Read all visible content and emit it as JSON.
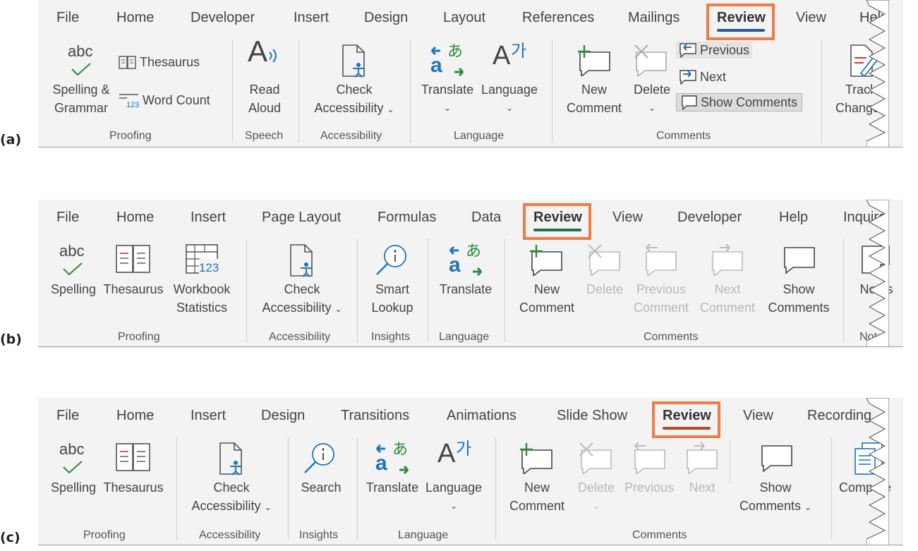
{
  "panels": [
    {
      "label": "(a)",
      "tabs": [
        "File",
        "Home",
        "Developer",
        "Insert",
        "Design",
        "Layout",
        "References",
        "Mailings",
        "Review",
        "View",
        "Help"
      ],
      "accent": "#2b579a",
      "spelling": "Spelling &",
      "spelling2": "Grammar",
      "thesaurus": "Thesaurus",
      "wordcount": "Word Count",
      "read": "Read",
      "aloud": "Aloud",
      "check": "Check",
      "accessibility": "Accessibility",
      "translate": "Translate",
      "language": "Language",
      "new": "New",
      "comment": "Comment",
      "delete": "Delete",
      "previous": "Previous",
      "next": "Next",
      "showcomments": "Show Comments",
      "track": "Track",
      "changes": "Changes",
      "groups": [
        "Proofing",
        "Speech",
        "Accessibility",
        "Language",
        "Comments"
      ]
    },
    {
      "label": "(b)",
      "tabs": [
        "File",
        "Home",
        "Insert",
        "Page Layout",
        "Formulas",
        "Data",
        "Review",
        "View",
        "Developer",
        "Help",
        "Inquire"
      ],
      "accent": "#217346",
      "spelling": "Spelling",
      "thesaurus": "Thesaurus",
      "workbook": "Workbook",
      "statistics": "Statistics",
      "check": "Check",
      "accessibility": "Accessibility",
      "smart": "Smart",
      "lookup": "Lookup",
      "translate": "Translate",
      "new": "New",
      "comment": "Comment",
      "delete": "Delete",
      "previous": "Previous",
      "next": "Next",
      "show": "Show",
      "comments": "Comments",
      "notes": "Notes",
      "groups": [
        "Proofing",
        "Accessibility",
        "Insights",
        "Language",
        "Comments",
        "Notes"
      ]
    },
    {
      "label": "(c)",
      "tabs": [
        "File",
        "Home",
        "Insert",
        "Design",
        "Transitions",
        "Animations",
        "Slide Show",
        "Review",
        "View",
        "Recording"
      ],
      "accent": "#b7472a",
      "spelling": "Spelling",
      "thesaurus": "Thesaurus",
      "check": "Check",
      "accessibility": "Accessibility",
      "search": "Search",
      "translate": "Translate",
      "language": "Language",
      "new": "New",
      "comment": "Comment",
      "delete": "Delete",
      "previous": "Previous",
      "next": "Next",
      "show": "Show",
      "comments": "Comments",
      "compare": "Compare",
      "groups": [
        "Proofing",
        "Accessibility",
        "Insights",
        "Language",
        "Comments"
      ]
    }
  ],
  "icons": {
    "abc": "abc",
    "hangul": "가",
    "kana": "あ",
    "latin_a": "A",
    "num123": "123"
  },
  "highlight_color": "#ef7b45"
}
